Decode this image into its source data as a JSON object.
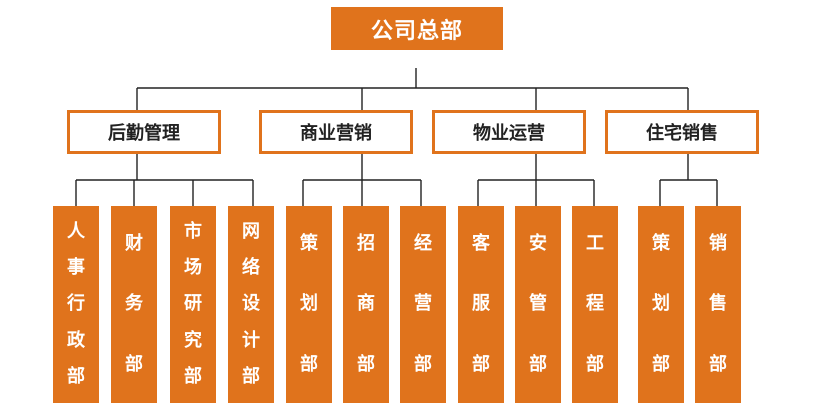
{
  "root": "公司总部",
  "divisions": [
    {
      "label": "后勤管理",
      "departments": [
        [
          "人",
          "事",
          "行",
          "政",
          "部"
        ],
        [
          "财",
          "务",
          "部"
        ],
        [
          "市",
          "场",
          "研",
          "究",
          "部"
        ],
        [
          "网",
          "络",
          "设",
          "计",
          "部"
        ]
      ]
    },
    {
      "label": "商业营销",
      "departments": [
        [
          "策",
          "划",
          "部"
        ],
        [
          "招",
          "商",
          "部"
        ],
        [
          "经",
          "营",
          "部"
        ]
      ]
    },
    {
      "label": "物业运营",
      "departments": [
        [
          "客",
          "服",
          "部"
        ],
        [
          "安",
          "管",
          "部"
        ],
        [
          "工",
          "程",
          "部"
        ]
      ]
    },
    {
      "label": "住宅销售",
      "departments": [
        [
          "策",
          "划",
          "部"
        ],
        [
          "销",
          "售",
          "部"
        ]
      ]
    }
  ],
  "colors": {
    "accent": "#e0731c",
    "line": "#222222",
    "text": "#222222"
  }
}
